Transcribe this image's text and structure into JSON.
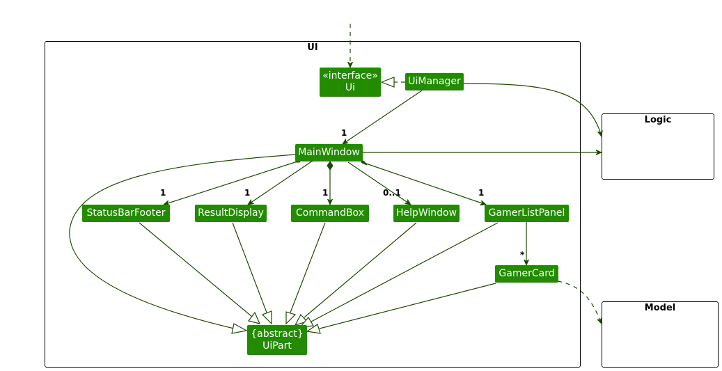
{
  "packages": {
    "ui": "UI",
    "logic": "Logic",
    "model": "Model"
  },
  "classes": {
    "ui_stereotype": "«interface»",
    "ui": "Ui",
    "ui_manager": "UiManager",
    "main_window": "MainWindow",
    "status_bar_footer": "StatusBarFooter",
    "result_display": "ResultDisplay",
    "command_box": "CommandBox",
    "help_window": "HelpWindow",
    "gamer_list_panel": "GamerListPanel",
    "gamer_card": "GamerCard",
    "ui_part_stereotype": "{abstract}",
    "ui_part": "UiPart"
  },
  "multiplicities": {
    "uimanager_mainwindow": "1",
    "status_bar_footer": "1",
    "result_display": "1",
    "command_box": "1",
    "help_window": "0..1",
    "gamer_list_panel": "1",
    "gamer_card": "*"
  },
  "colors": {
    "class_fill": "#228b00",
    "edge": "#1e4a00",
    "frame_border": "#000000"
  }
}
